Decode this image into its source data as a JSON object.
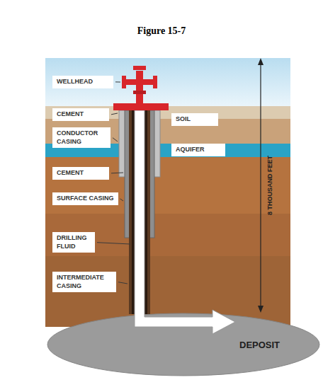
{
  "diagram": {
    "title": "Figure 15-7",
    "nodes": [
      {
        "text": [
          "WELLHEAD"
        ]
      },
      {
        "text": [
          "CEMENT"
        ]
      },
      {
        "text": [
          "SOIL"
        ]
      },
      {
        "text": [
          "CONDUCTOR CASING"
        ]
      },
      {
        "text": [
          "AQUIFER"
        ]
      },
      {
        "text": [
          "CEMENT"
        ]
      },
      {
        "text": [
          "SURFACE CASING"
        ]
      },
      {
        "text": [
          "DRILLING FLUID"
        ]
      },
      {
        "text": [
          "INTERMEDIATE CASING"
        ]
      },
      {
        "text": [
          "DEPOSIT"
        ]
      }
    ],
    "labels": [
      "8 THOUSAND FEET"
    ]
  }
}
